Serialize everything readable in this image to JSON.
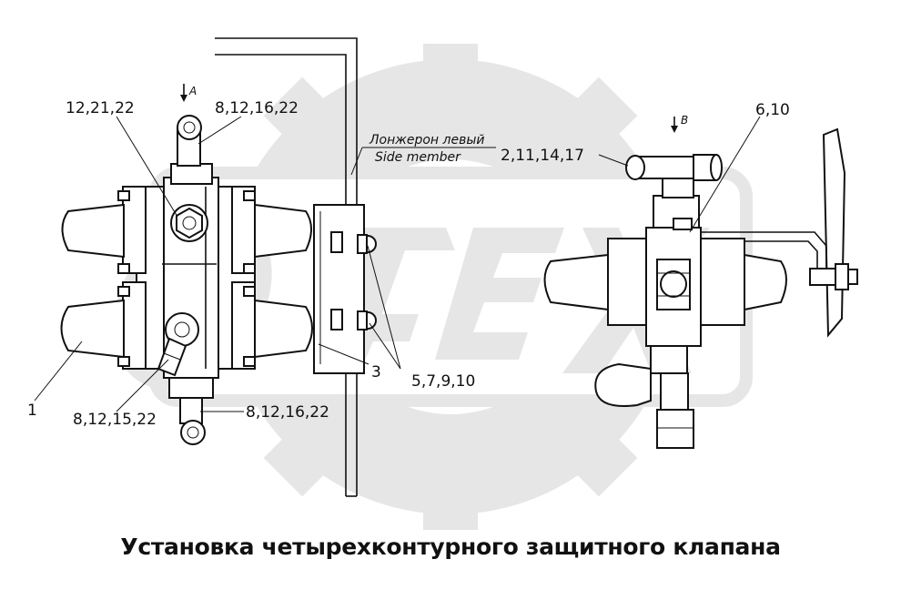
{
  "caption": "Установка четырехконтурного защитного клапана",
  "views": {
    "a": "А",
    "b": "В"
  },
  "side_member": {
    "ru": "Лонжерон левый",
    "en": "Side member"
  },
  "callouts": {
    "c1": "12,21,22",
    "c2": "8,12,16,22",
    "c3": "1",
    "c4": "8,12,15,22",
    "c5": "8,12,16,22",
    "c6": "3",
    "c7": "5,7,9,10",
    "c8": "2,11,14,17",
    "c9": "6,10"
  },
  "watermark": {
    "name": "gear-logo-watermark",
    "color": "#e6e6e6"
  }
}
